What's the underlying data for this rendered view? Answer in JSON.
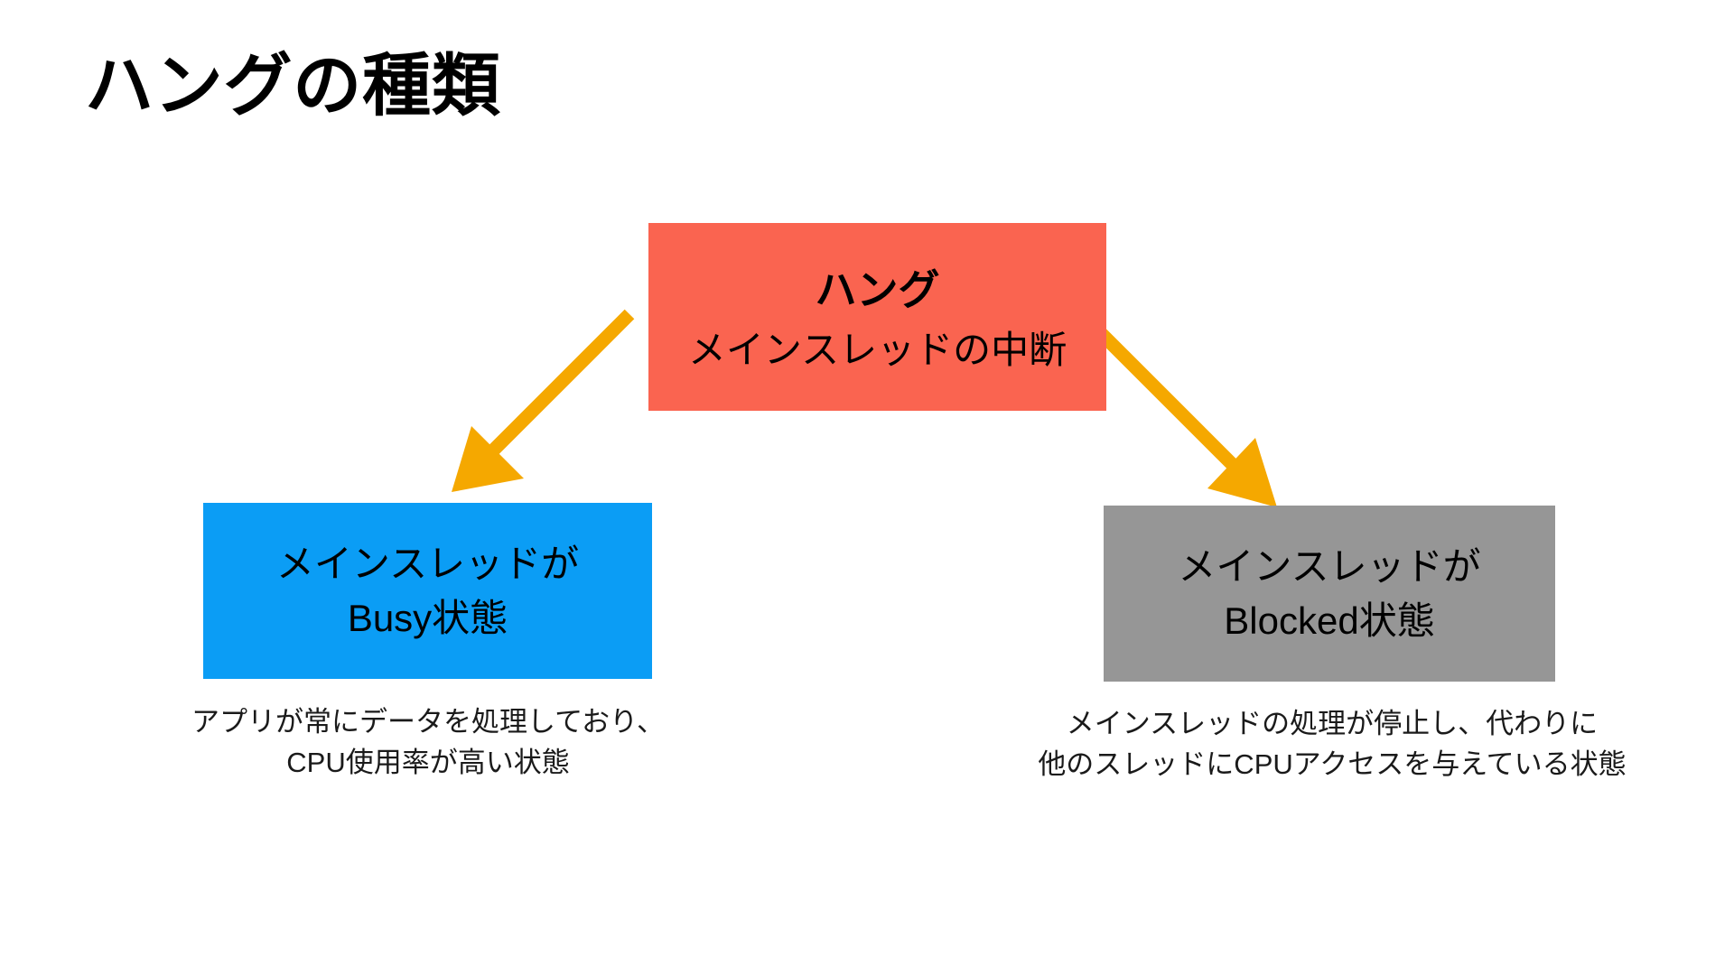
{
  "slide": {
    "title": "ハングの種類",
    "background_color": "#ffffff"
  },
  "colors": {
    "hang_box": "#fa6450",
    "busy_box": "#0b9df5",
    "blocked_box": "#969696",
    "arrow": "#f5a800",
    "text": "#000000"
  },
  "diagram": {
    "root": {
      "title": "ハング",
      "subtitle": "メインスレッドの中断",
      "color": "#fa6450"
    },
    "branches": [
      {
        "id": "busy",
        "line1": "メインスレッドが",
        "line2": "Busy状態",
        "color": "#0b9df5",
        "caption_line1": "アプリが常にデータを処理しており、",
        "caption_line2": "CPU使用率が高い状態"
      },
      {
        "id": "blocked",
        "line1": "メインスレッドが",
        "line2": "Blocked状態",
        "color": "#969696",
        "caption_line1": "メインスレッドの処理が停止し、代わりに",
        "caption_line2": "他のスレッドにCPUアクセスを与えている状態"
      }
    ],
    "arrows": [
      {
        "id": "arrow-left",
        "direction": "down-left",
        "color": "#f5a800"
      },
      {
        "id": "arrow-right",
        "direction": "down-right",
        "color": "#f5a800"
      }
    ]
  }
}
